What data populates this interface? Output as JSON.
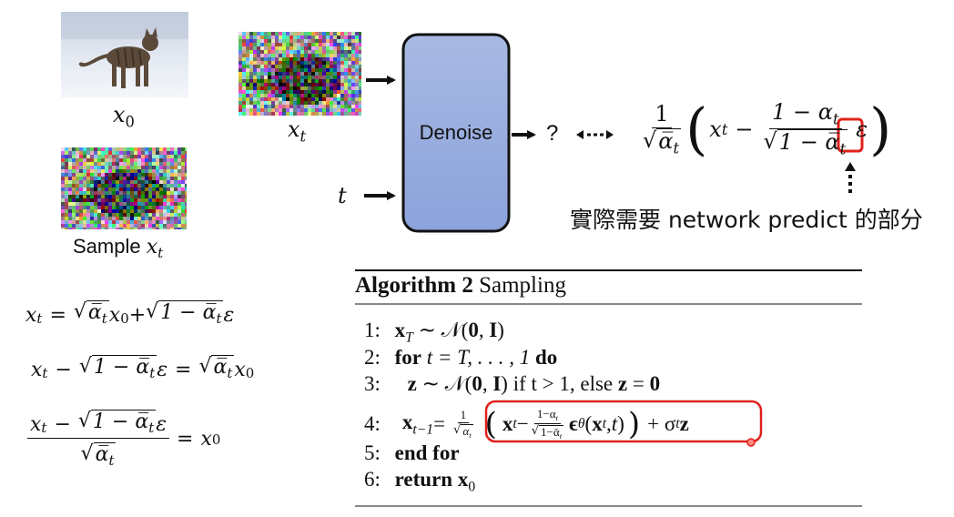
{
  "labels": {
    "x0": "x",
    "x0_sub": "0",
    "xt": "x",
    "xt_sub": "t",
    "sample_prefix": "Sample ",
    "sample_var": "x",
    "sample_sub": "t",
    "t_input": "t",
    "denoise": "Denoise",
    "question": "?",
    "annotation": "實際需要 network predict 的部分"
  },
  "formula_right": {
    "num_one": "1",
    "den_alpha": "α̅",
    "den_sub": "t",
    "x": "x",
    "x_sub": "t",
    "minus": "−",
    "inner_num": "1 − α",
    "inner_num_sub": "t",
    "inner_den": "1 − α̅",
    "inner_den_sub": "t",
    "eps": "ε"
  },
  "equations_left": {
    "eq1_lhs": "x",
    "eq1_lhs_sub": "t",
    "eq1_eq": "=",
    "eq1_a": "α̅",
    "eq1_a_sub": "t",
    "eq1_x0": "x",
    "eq1_x0_sub": "0",
    "eq1_plus": "+",
    "eq1_b": "1 − α̅",
    "eq1_b_sub": "t",
    "eq1_eps": "ε",
    "eq2_x": "x",
    "eq2_x_sub": "t",
    "eq2_minus": "−",
    "eq2_b": "1 − α̅",
    "eq2_b_sub": "t",
    "eq2_eps": "ε",
    "eq2_eq": "=",
    "eq2_a": "α̅",
    "eq2_a_sub": "t",
    "eq2_x0": "x",
    "eq2_x0_sub": "0",
    "eq3_x": "x",
    "eq3_x_sub": "t",
    "eq3_minus": "−",
    "eq3_b": "1 − α̅",
    "eq3_b_sub": "t",
    "eq3_eps": "ε",
    "eq3_den": "α̅",
    "eq3_den_sub": "t",
    "eq3_eq": "=",
    "eq3_x0": "x",
    "eq3_x0_sub": "0"
  },
  "algorithm": {
    "title_bold": "Algorithm 2",
    "title_rest": " Sampling",
    "lines": [
      {
        "num": "1:",
        "text": "x_T ∼ 𝒩(0, I)"
      },
      {
        "num": "2:",
        "kw": "for",
        "text": " t = T, . . . , 1 ",
        "kw2": "do"
      },
      {
        "num": "3:",
        "text": "z ∼ 𝒩(0, I) if t > 1, else z = 0"
      },
      {
        "num": "4:",
        "text": "x_{t−1} = ..."
      },
      {
        "num": "5:",
        "kw": "end for"
      },
      {
        "num": "6:",
        "kw": "return",
        "text": " x₀"
      }
    ],
    "line1": {
      "num": "1:",
      "x": "x",
      "x_sub": "T",
      "rest": " ∼ 𝒩(",
      "zero": "0",
      "comma": ", ",
      "I": "I",
      "close": ")"
    },
    "line2": {
      "num": "2:",
      "kw": "for",
      "mid": " t = T, . . . , 1 ",
      "kw2": "do"
    },
    "line3": {
      "num": "3:",
      "z": "z",
      "rest1": " ∼ 𝒩(",
      "zero": "0",
      "comma": ", ",
      "I": "I",
      "close": ")",
      "rest2": " if t > 1, else ",
      "z2": "z",
      "eq": " = ",
      "zero2": "0"
    },
    "line4": {
      "num": "4:",
      "x": "x",
      "x_sub": "t−1",
      "eq": " = ",
      "one": "1",
      "sq_a": "α",
      "sq_a_sub": "t",
      "xt": "x",
      "xt_sub": "t",
      "minus": " − ",
      "f_num": "1−α",
      "f_num_sub": "t",
      "f_den": "1−ᾱ",
      "f_den_sub": "t",
      "eps": "ϵ",
      "eps_sub": "θ",
      "args_x": "x",
      "args_x_sub": "t",
      "args_t": "t",
      "plus": " + σ",
      "plus_sub": "t",
      "z": "z"
    },
    "line5": {
      "num": "5:",
      "kw": "end for"
    },
    "line6": {
      "num": "6:",
      "kw": "return",
      "x": " x",
      "x_sub": "0"
    }
  },
  "colors": {
    "box_fill_top": "#a9b9e3",
    "box_fill_bottom": "#8aa3db",
    "highlight": "#e0211b"
  }
}
